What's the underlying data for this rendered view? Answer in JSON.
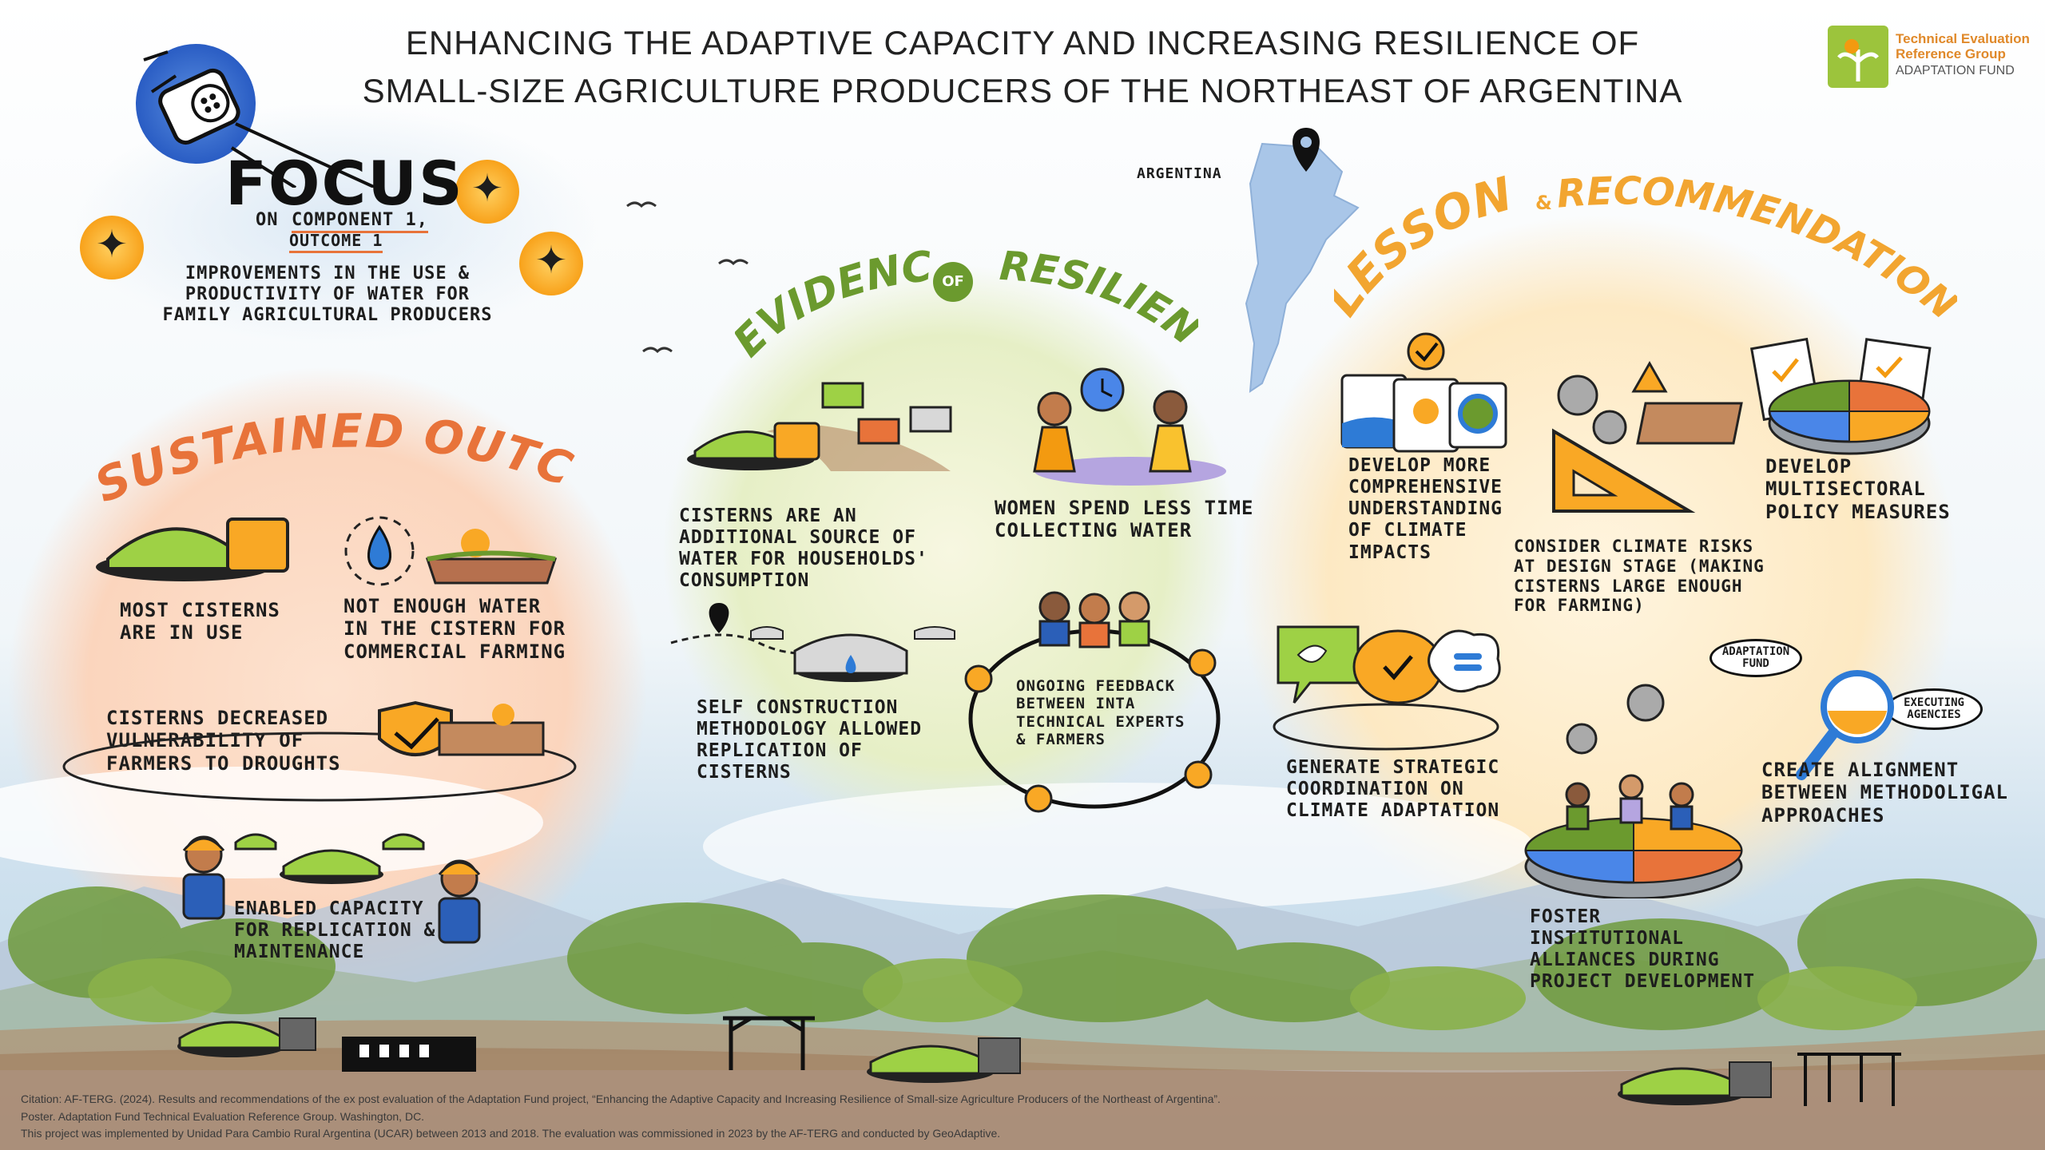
{
  "header": {
    "title_line1": "ENHANCING THE ADAPTIVE CAPACITY AND INCREASING RESILIENCE OF",
    "title_line2": "SMALL-SIZE AGRICULTURE PRODUCERS OF THE NORTHEAST OF ARGENTINA"
  },
  "logo": {
    "line1": "Technical Evaluation",
    "line2": "Reference Group",
    "line3": "ADAPTATION FUND",
    "color_green": "#9cc43c",
    "color_orange": "#f39a10"
  },
  "focus": {
    "title": "FOCUS",
    "on": "ON",
    "component": "COMPONENT 1,",
    "outcome": "OUTCOME 1",
    "description": "IMPROVEMENTS IN THE USE & PRODUCTIVITY OF WATER FOR FAMILY AGRICULTURAL PRODUCERS"
  },
  "map": {
    "label": "ARGENTINA"
  },
  "sustained": {
    "title": "SUSTAINED OUTCOMES",
    "color": "#e8733a",
    "items": [
      "MOST CISTERNS ARE IN USE",
      "NOT ENOUGH WATER IN THE CISTERN FOR COMMERCIAL FARMING",
      "CISTERNS DECREASED VULNERABILITY OF FARMERS TO DROUGHTS",
      "ENABLED CAPACITY FOR REPLICATION & MAINTENANCE"
    ]
  },
  "evidence": {
    "title_part1": "EVIDENCE",
    "title_of": "OF",
    "title_part2": "RESILIENCE",
    "color": "#6b9a2e",
    "items": [
      "CISTERNS ARE AN ADDITIONAL SOURCE OF WATER FOR HOUSEHOLDS' CONSUMPTION",
      "WOMEN SPEND LESS TIME COLLECTING WATER",
      "SELF CONSTRUCTION METHODOLOGY ALLOWED REPLICATION OF CISTERNS",
      "ONGOING FEEDBACK BETWEEN INTA TECHNICAL EXPERTS & FARMERS"
    ]
  },
  "lessons": {
    "title_part1": "LESSONS",
    "title_amp": "&",
    "title_part2": "RECOMMENDATIONS",
    "color": "#f2a530",
    "items": [
      "DEVELOP MORE COMPREHENSIVE UNDERSTANDING OF CLIMATE IMPACTS",
      "CONSIDER CLIMATE RISKS AT DESIGN STAGE (MAKING CISTERNS LARGE ENOUGH FOR FARMING)",
      "DEVELOP MULTISECTORAL POLICY MEASURES",
      "GENERATE STRATEGIC COORDINATION ON CLIMATE ADAPTATION",
      "CREATE ALIGNMENT BETWEEN METHODOLIGAL APPROACHES",
      "FOSTER INSTITUTIONAL ALLIANCES DURING PROJECT DEVELOPMENT"
    ],
    "bubble_adaptation_fund": "ADAPTATION FUND",
    "bubble_executing": "EXECUTING AGENCIES"
  },
  "citation": {
    "line1": "Citation: AF-TERG. (2024). Results and recommendations of the ex post evaluation of the Adaptation Fund project, “Enhancing the Adaptive Capacity and Increasing Resilience of Small-size Agriculture Producers of the Northeast of Argentina”.",
    "line2": "Poster. Adaptation Fund Technical Evaluation Reference Group. Washington, DC.",
    "line3": "This project was implemented by Unidad Para Cambio Rural Argentina (UCAR) between 2013 and 2018. The evaluation was commissioned in 2023 by the AF-TERG and conducted by GeoAdaptive."
  }
}
